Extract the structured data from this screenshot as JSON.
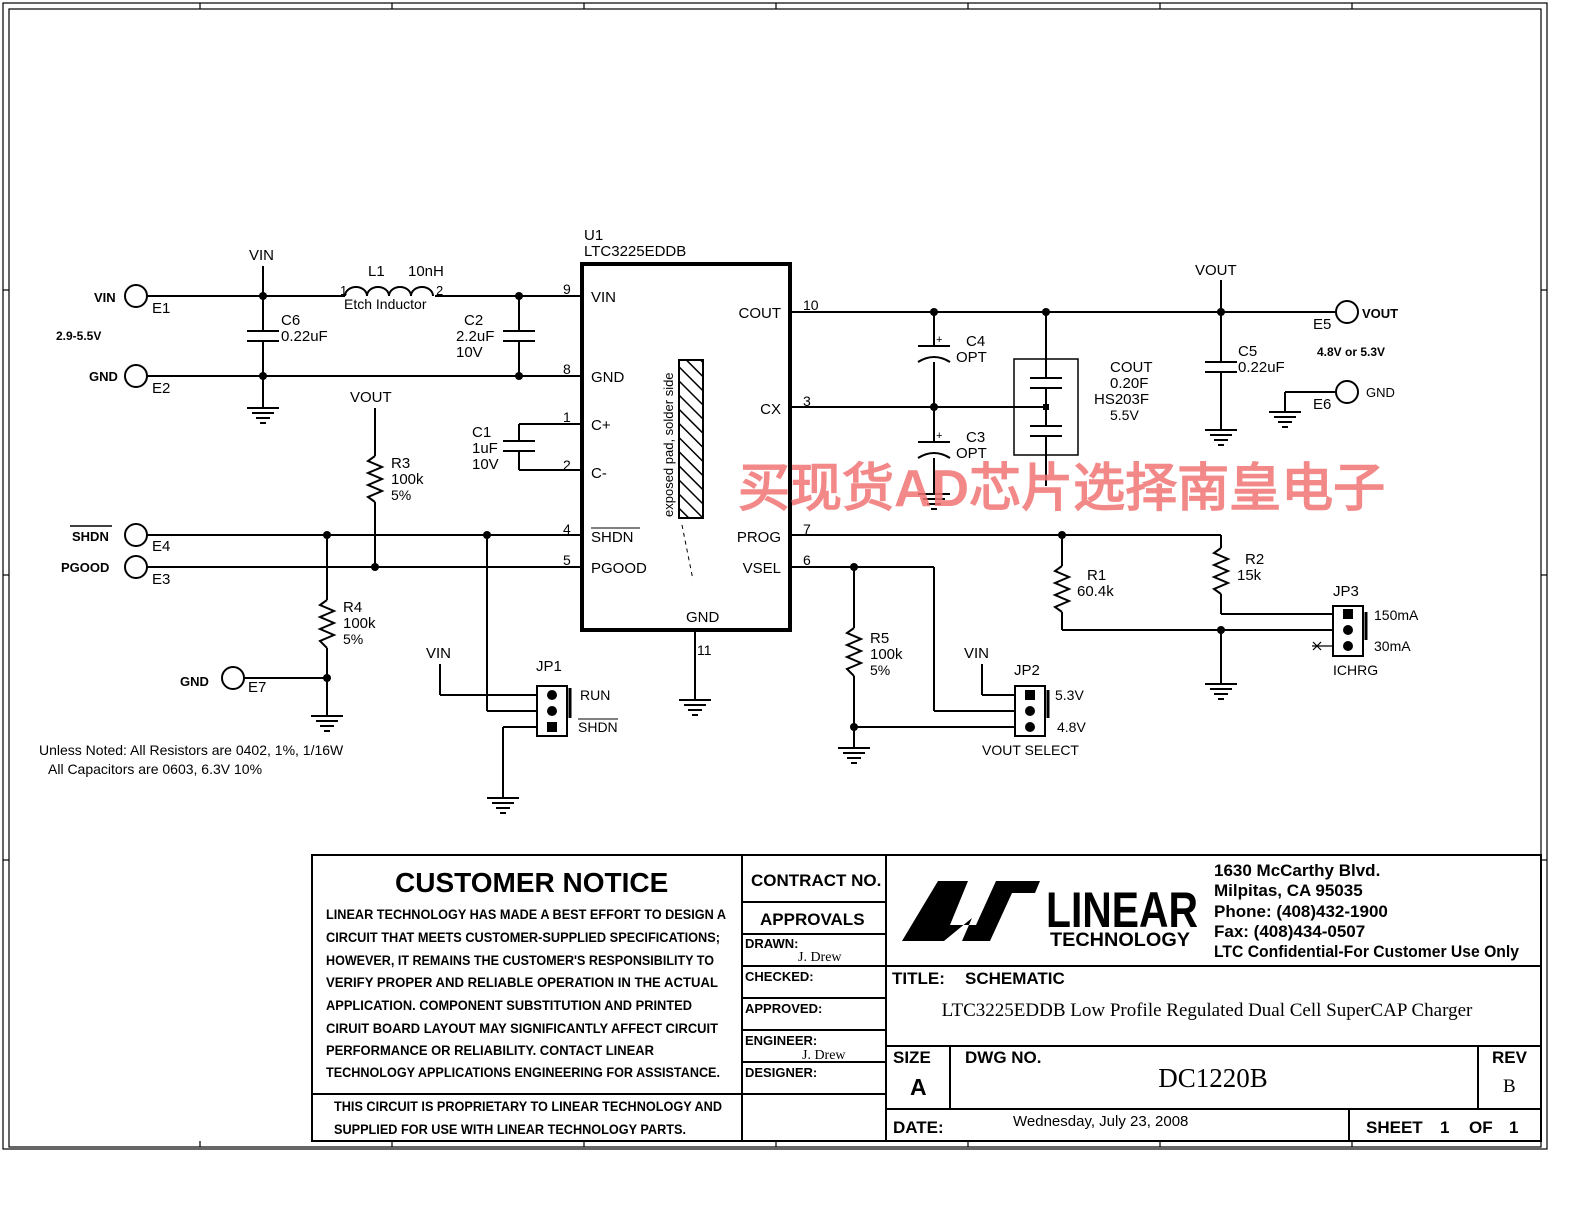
{
  "u1": {
    "ref": "U1",
    "part": "LTC3225EDDB",
    "pins": {
      "vin": "VIN",
      "gnd": "GND",
      "cplus": "C+",
      "cminus": "C-",
      "shdn": "SHDN",
      "pgood": "PGOOD",
      "cout": "COUT",
      "cx": "CX",
      "prog": "PROG",
      "vsel": "VSEL",
      "gnd_bottom": "GND"
    },
    "pin_numbers": {
      "vin": "9",
      "gnd": "8",
      "cplus": "1",
      "cminus": "2",
      "shdn": "4",
      "pgood": "5",
      "cout": "10",
      "cx": "3",
      "prog": "7",
      "vsel": "6",
      "gnd_bottom": "11"
    },
    "exposed_pad": "exposed pad, solder side"
  },
  "terminals": {
    "e1": {
      "net": "VIN",
      "ref": "E1"
    },
    "input_range": "2.9-5.5V",
    "e2": {
      "net": "GND",
      "ref": "E2"
    },
    "e4": {
      "net": "SHDN",
      "ref": "E4"
    },
    "e3": {
      "net": "PGOOD",
      "ref": "E3"
    },
    "e7": {
      "net": "GND",
      "ref": "E7"
    },
    "e5": {
      "net": "VOUT",
      "ref": "E5"
    },
    "output_range": "4.8V or 5.3V",
    "e6": {
      "net": "GND",
      "ref": "E6"
    }
  },
  "nets": {
    "vin": "VIN",
    "vout_r3": "VOUT",
    "vin_jp1": "VIN",
    "vin_jp2": "VIN",
    "vout": "VOUT"
  },
  "l1": {
    "ref": "L1",
    "value": "10nH",
    "pin1": "1",
    "pin2": "2",
    "note": "Etch Inductor"
  },
  "c6": {
    "ref": "C6",
    "value": "0.22uF"
  },
  "c2": {
    "ref": "C2",
    "value": "2.2uF",
    "voltage": "10V"
  },
  "c1": {
    "ref": "C1",
    "value": "1uF",
    "voltage": "10V"
  },
  "r3": {
    "ref": "R3",
    "value": "100k",
    "tol": "5%"
  },
  "r4": {
    "ref": "R4",
    "value": "100k",
    "tol": "5%"
  },
  "jp1": {
    "ref": "JP1",
    "opt1": "RUN",
    "opt2": "SHDN"
  },
  "c4": {
    "ref": "C4",
    "value": "OPT"
  },
  "c3": {
    "ref": "C3",
    "value": "OPT"
  },
  "cout": {
    "ref": "COUT",
    "value": "0.20F",
    "part": "HS203F",
    "voltage": "5.5V"
  },
  "c5": {
    "ref": "C5",
    "value": "0.22uF"
  },
  "r1": {
    "ref": "R1",
    "value": "60.4k"
  },
  "r2": {
    "ref": "R2",
    "value": "15k"
  },
  "jp3": {
    "ref": "JP3",
    "opt1": "150mA",
    "opt2": "30mA",
    "label": "ICHRG"
  },
  "r5": {
    "ref": "R5",
    "value": "100k",
    "tol": "5%"
  },
  "jp2": {
    "ref": "JP2",
    "opt1": "5.3V",
    "opt2": "4.8V",
    "label": "VOUT SELECT"
  },
  "notes": {
    "line1": "Unless Noted: All Resistors are 0402, 1%, 1/16W",
    "line2": "All Capacitors are 0603, 6.3V 10%"
  },
  "watermark": "买现货AD芯片选择南皇电子",
  "title_block": {
    "notice_title": "CUSTOMER NOTICE",
    "notice_lines": [
      "LINEAR TECHNOLOGY HAS MADE A BEST EFFORT TO DESIGN A",
      "CIRCUIT THAT MEETS CUSTOMER-SUPPLIED SPECIFICATIONS;",
      "HOWEVER, IT REMAINS THE CUSTOMER'S RESPONSIBILITY TO",
      "VERIFY PROPER AND RELIABLE OPERATION IN THE ACTUAL",
      "APPLICATION. COMPONENT SUBSTITUTION AND PRINTED",
      "CIRUIT BOARD LAYOUT MAY SIGNIFICANTLY AFFECT CIRCUIT",
      "PERFORMANCE OR RELIABILITY. CONTACT LINEAR",
      "TECHNOLOGY APPLICATIONS ENGINEERING FOR ASSISTANCE."
    ],
    "proprietary_lines": [
      "THIS CIRCUIT IS PROPRIETARY TO LINEAR TECHNOLOGY AND",
      "SUPPLIED FOR USE WITH LINEAR TECHNOLOGY PARTS."
    ],
    "contract_no": "CONTRACT NO.",
    "approvals": "APPROVALS",
    "drawn": "DRAWN:",
    "drawn_by": "J. Drew",
    "checked": "CHECKED:",
    "approved": "APPROVED:",
    "engineer": "ENGINEER:",
    "engineer_by": "J. Drew",
    "designer": "DESIGNER:",
    "logo_word": "LINEAR",
    "logo_sub": "TECHNOLOGY",
    "address": [
      "1630 McCarthy Blvd.",
      "Milpitas, CA 95035",
      "Phone: (408)432-1900",
      "Fax: (408)434-0507",
      "LTC Confidential-For Customer Use Only"
    ],
    "title_label": "TITLE:",
    "title_value": "SCHEMATIC",
    "description": "LTC3225EDDB Low Profile Regulated Dual Cell SuperCAP Charger",
    "size_label": "SIZE",
    "size_value": "A",
    "dwg_label": "DWG NO.",
    "dwg_value": "DC1220B",
    "rev_label": "REV",
    "rev_value": "B",
    "date_label": "DATE:",
    "date_value": "Wednesday, July 23, 2008",
    "sheet_label": "SHEET",
    "sheet_num": "1",
    "of_label": "OF",
    "sheet_total": "1"
  }
}
